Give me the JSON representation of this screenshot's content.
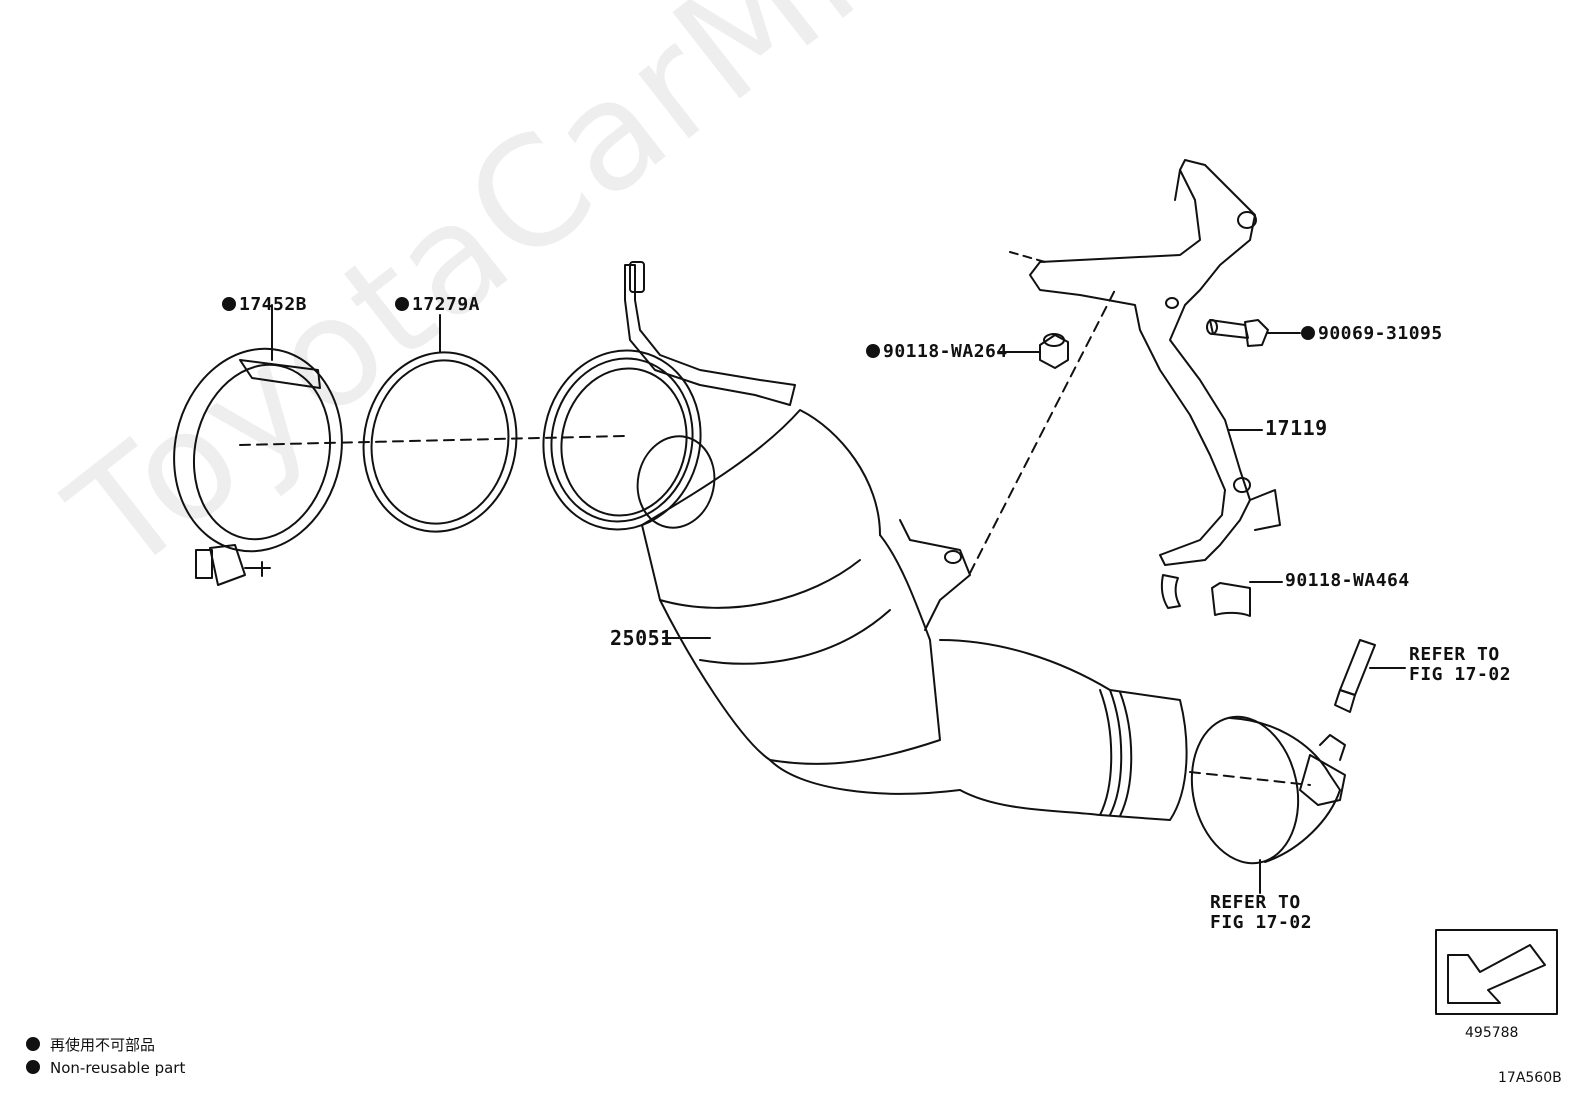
{
  "watermark": "ToyotaCarMine.ru",
  "parts": {
    "clamp": "17452B",
    "gasket": "17279A",
    "converter": "25051",
    "nut": "90118-WA264",
    "bolt": "90069-31095",
    "bracket": "17119",
    "clip": "90118-WA464"
  },
  "refer_right": [
    "REFER TO",
    "FIG 17-02"
  ],
  "refer_bottom": [
    "REFER TO",
    "FIG 17-02"
  ],
  "legend": {
    "japanese": "再使用不可部品",
    "english": "Non-reusable part"
  },
  "direction_code": "495788",
  "figure_code": "17A560B"
}
